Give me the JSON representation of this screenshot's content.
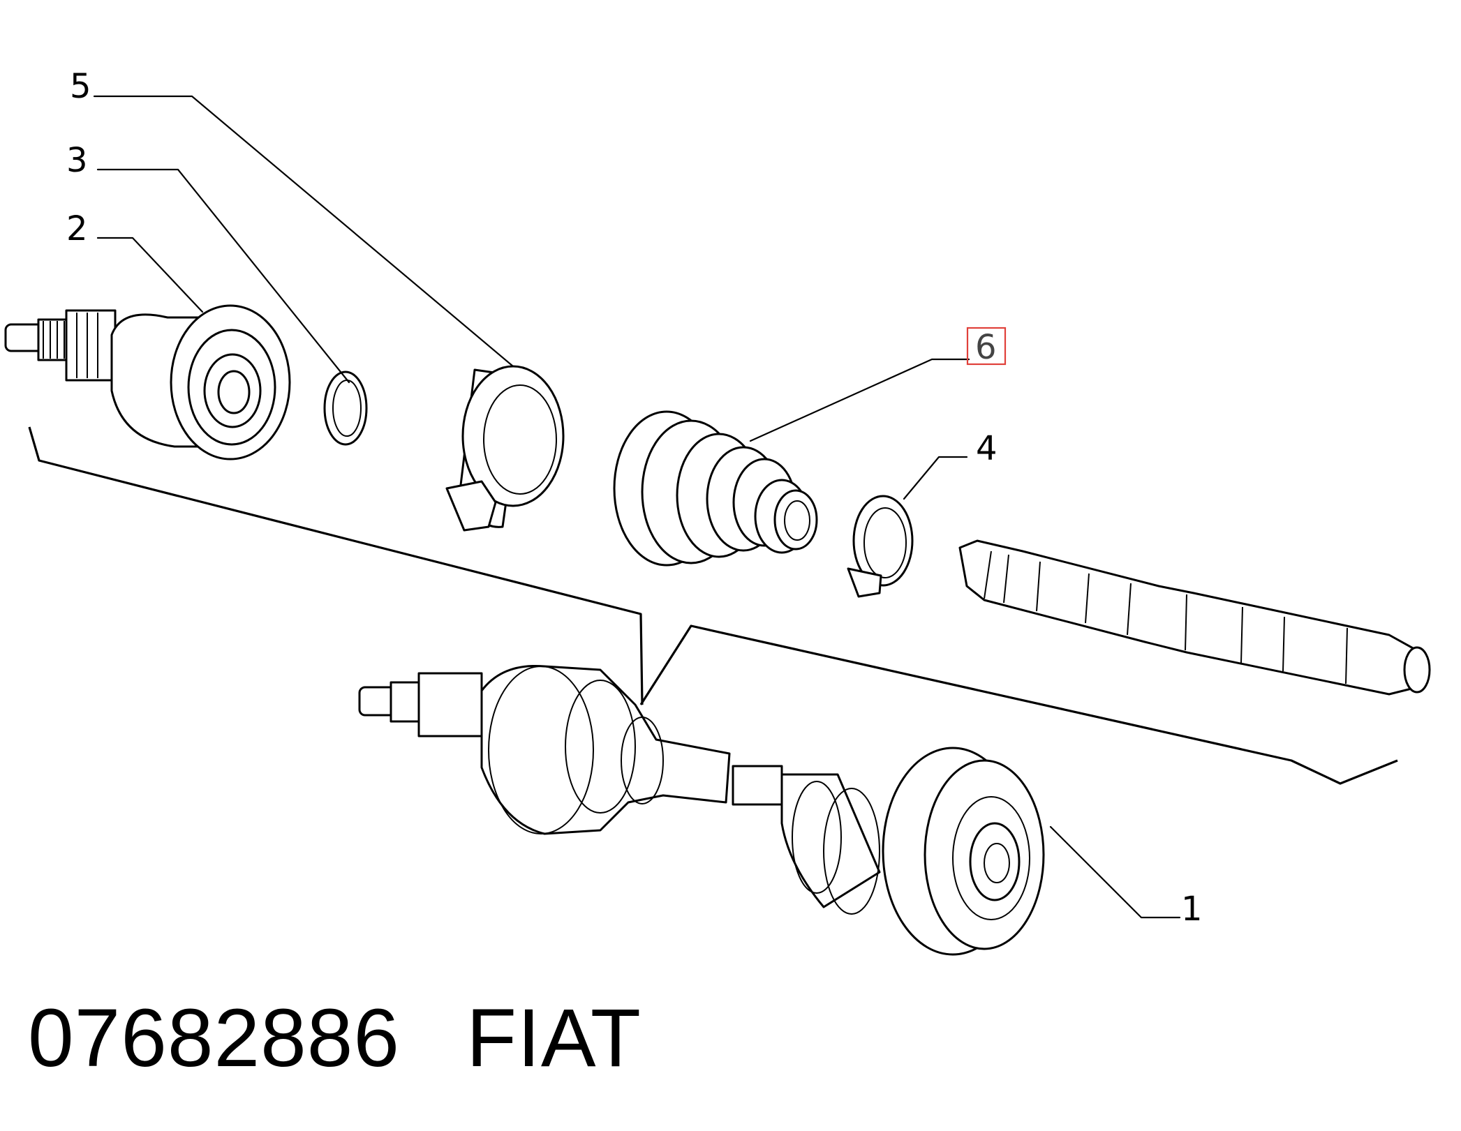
{
  "callouts": {
    "c1": "1",
    "c2": "2",
    "c3": "3",
    "c4": "4",
    "c5": "5",
    "c6": "6"
  },
  "highlight_color": "#e0403a",
  "footer": {
    "part_number": "07682886",
    "brand": "FIAT"
  }
}
